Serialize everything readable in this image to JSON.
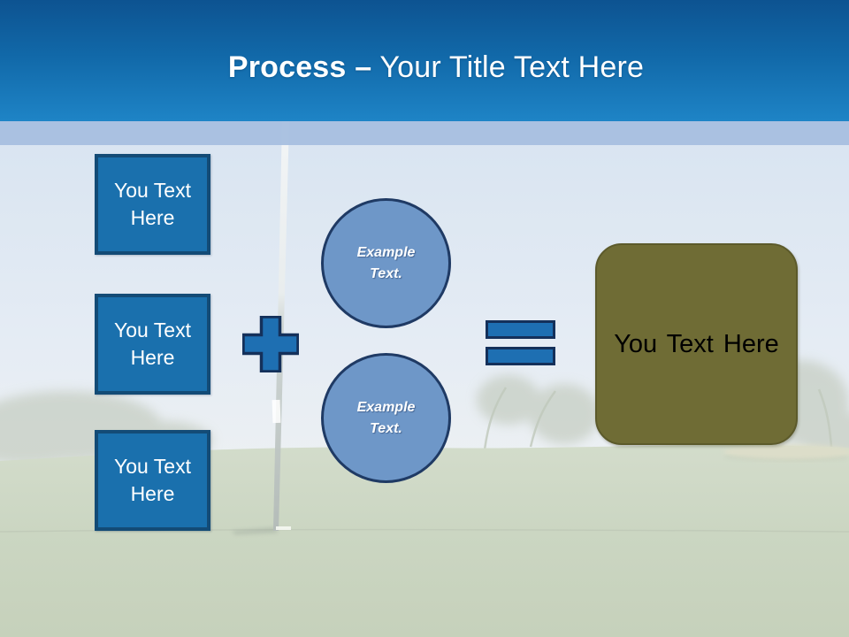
{
  "colors": {
    "header_top": "#0d5391",
    "header_bottom": "#1e84c6",
    "band": "#a8bfe0",
    "title_text": "#ffffff",
    "square_fill": "#1a70ad",
    "square_border": "#134b76",
    "square_text": "#ffffff",
    "operator_fill": "#1e6fb2",
    "operator_border": "#14305a",
    "circle_fill": "#6e97c8",
    "circle_border": "#1f3a64",
    "circle_text": "#ffffff",
    "result_fill": "#6f6c35",
    "result_border": "#5c5a2b",
    "result_text": "#000000"
  },
  "header": {
    "title_bold": "Process",
    "title_separator": "–",
    "title_regular": "Your Title Text Here"
  },
  "diagram": {
    "input_boxes": [
      {
        "label": "You Text Here"
      },
      {
        "label": "You Text Here"
      },
      {
        "label": "You Text Here"
      }
    ],
    "operators": [
      {
        "icon": "plus-icon",
        "symbol": "+"
      },
      {
        "icon": "equals-icon",
        "symbol": "="
      }
    ],
    "circles": [
      {
        "label": "Example Text."
      },
      {
        "label": "Example Text."
      }
    ],
    "result_box": {
      "label": "You Text Here"
    }
  }
}
